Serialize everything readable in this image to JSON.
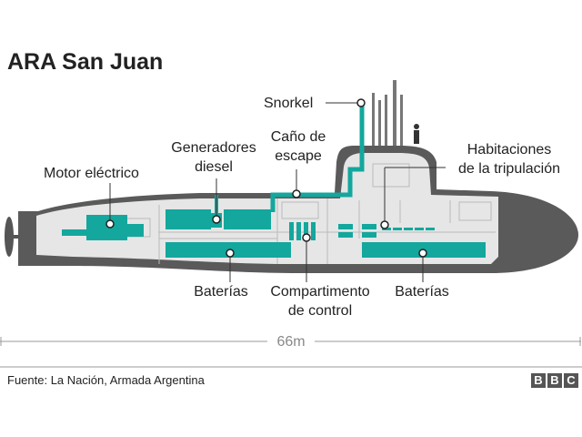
{
  "title": "ARA San Juan",
  "labels": {
    "snorkel": "Snorkel",
    "exhaust_line1": "Caño de",
    "exhaust_line2": "escape",
    "generators_line1": "Generadores",
    "generators_line2": "diesel",
    "motor": "Motor eléctrico",
    "quarters_line1": "Habitaciones",
    "quarters_line2": "de la tripulación",
    "batteries_left": "Baterías",
    "control_line1": "Compartimento",
    "control_line2": "de control",
    "batteries_right": "Baterías"
  },
  "length": "66m",
  "source": "Fuente: La Nación, Armada Argentina",
  "brand": [
    "B",
    "B",
    "C"
  ],
  "colors": {
    "hull": "#5a5a5a",
    "interior": "#e6e6e6",
    "accent": "#13a79d",
    "leader": "#333333"
  }
}
